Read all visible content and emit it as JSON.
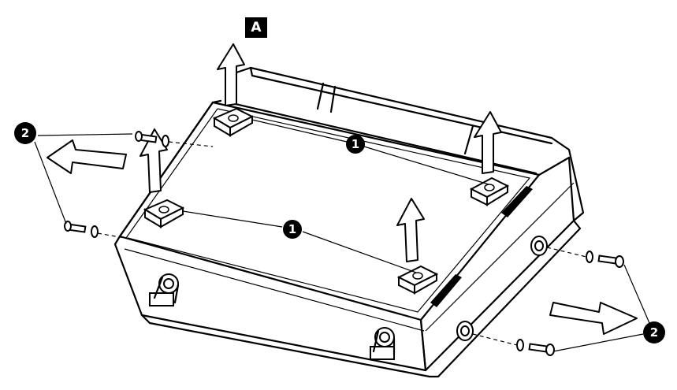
{
  "figure_label": "A",
  "callouts": {
    "feet": "1",
    "screws": "2"
  },
  "colors": {
    "ink": "#000000",
    "paper": "#ffffff"
  }
}
